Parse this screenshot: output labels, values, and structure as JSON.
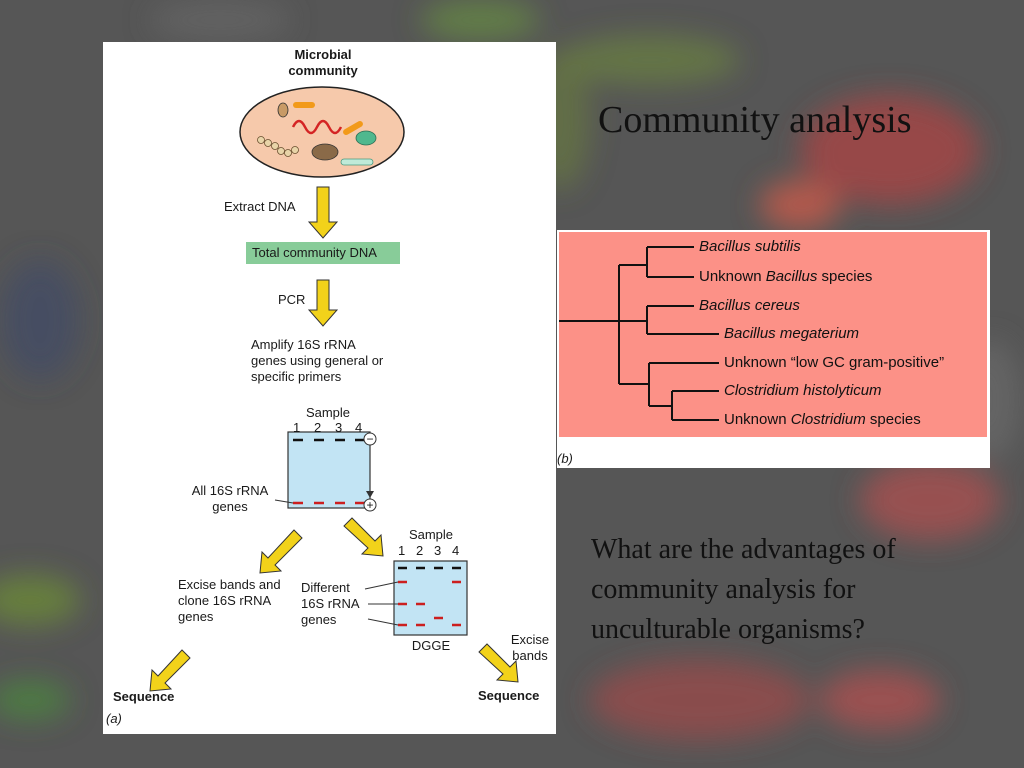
{
  "slide": {
    "title": "Community analysis",
    "question": "What are the advantages of community analysis for unculturable organisms?"
  },
  "panel_a": {
    "microbial_community_label": "Microbial community",
    "extract_dna_label": "Extract DNA",
    "total_dna_label": "Total community DNA",
    "pcr_label": "PCR",
    "amplify_label": "Amplify 16S rRNA genes using general or specific primers",
    "sample_label": "Sample",
    "lane_numbers": [
      "1",
      "2",
      "3",
      "4"
    ],
    "minus_symbol": "−",
    "plus_symbol": "+",
    "all_genes_label": "All 16S rRNA genes",
    "excise_clone_label": "Excise bands and clone 16S rRNA genes",
    "different_genes_label": "Different 16S rRNA genes",
    "dgge_sample_label": "Sample",
    "dgge_label": "DGGE",
    "excise_bands_label": "Excise bands",
    "sequence_left": "Sequence",
    "sequence_right": "Sequence",
    "panel_letter": "(a)",
    "colors": {
      "arrow": "#f2d21a",
      "gel": "#c2e4f4",
      "band": "#cc1f1f",
      "dna_box": "#88cc99"
    }
  },
  "panel_b": {
    "panel_letter": "(b)",
    "background_color": "#fc9187",
    "taxa": [
      {
        "pre": "",
        "ital": "Bacillus subtilis",
        "post": ""
      },
      {
        "pre": "Unknown ",
        "ital": "Bacillus",
        "post": " species"
      },
      {
        "pre": "",
        "ital": "Bacillus cereus",
        "post": ""
      },
      {
        "pre": "",
        "ital": "Bacillus megaterium",
        "post": ""
      },
      {
        "pre": "Unknown “low GC gram-positive”",
        "ital": "",
        "post": ""
      },
      {
        "pre": "",
        "ital": "Clostridium histolyticum",
        "post": ""
      },
      {
        "pre": "Unknown ",
        "ital": "Clostridium",
        "post": " species"
      }
    ]
  }
}
